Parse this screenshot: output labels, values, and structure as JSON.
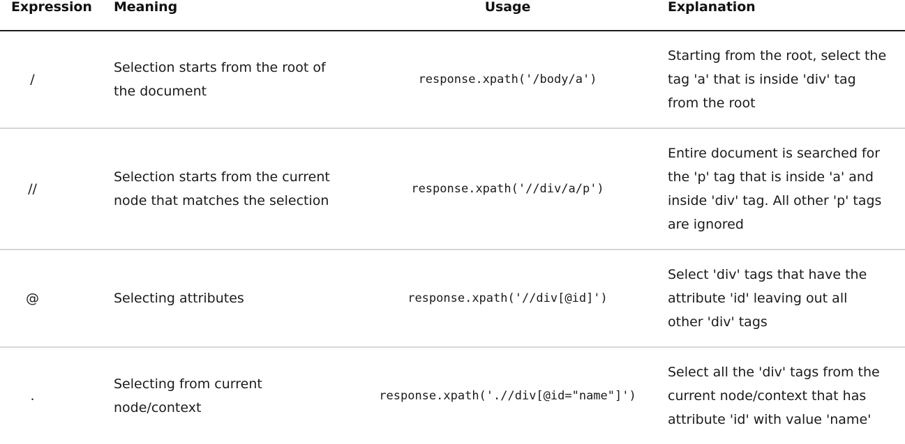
{
  "table": {
    "columns": [
      {
        "key": "expression",
        "label": "Expression"
      },
      {
        "key": "meaning",
        "label": "Meaning"
      },
      {
        "key": "usage",
        "label": "Usage"
      },
      {
        "key": "explanation",
        "label": "Explanation"
      }
    ],
    "rows": [
      {
        "expression": "/",
        "meaning": "Selection starts from the root of the document",
        "usage": "response.xpath('/body/a')",
        "explanation": "Starting from the root, select the tag 'a' that is inside 'div' tag from the root"
      },
      {
        "expression": "//",
        "meaning": "Selection starts from the current node that matches the selection",
        "usage": "response.xpath('//div/a/p')",
        "explanation": "Entire document is searched for the 'p' tag that is inside 'a' and inside 'div' tag. All other 'p' tags are ignored"
      },
      {
        "expression": "@",
        "meaning": "Selecting attributes",
        "usage": "response.xpath('//div[@id]')",
        "explanation": "Select 'div' tags that have the attribute 'id' leaving out all other 'div' tags"
      },
      {
        "expression": ".",
        "meaning": "Selecting from current node/context",
        "usage": "response.xpath('.//div[@id=\"name\"]')",
        "explanation": "Select all the 'div' tags from the current node/context that has attribute 'id' with value 'name'"
      }
    ]
  },
  "colors": {
    "background": "#ffffff",
    "text": "#1a1a1a",
    "header_text": "#111111",
    "header_rule": "#1c1c1c",
    "row_rule": "#d6d6d6"
  }
}
